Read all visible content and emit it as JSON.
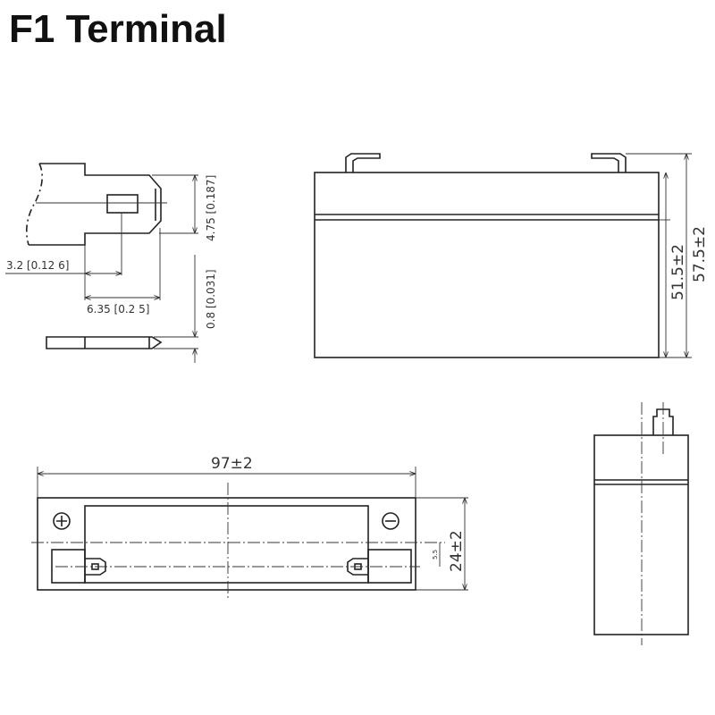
{
  "title": "F1 Terminal",
  "terminal_dims": {
    "height": "4.75 [0.187]",
    "slot_offset": "3.2 [0.12 6]",
    "length": "6.35 [0.2 5]",
    "thickness": "0.8 [0.031]"
  },
  "front_view": {
    "body_height": "51.5±2",
    "total_height": "57.5±2"
  },
  "top_view": {
    "length": "97±2",
    "width": "24±2",
    "terminal_offset": "5.5",
    "positive_symbol": "+",
    "negative_symbol": "−"
  }
}
